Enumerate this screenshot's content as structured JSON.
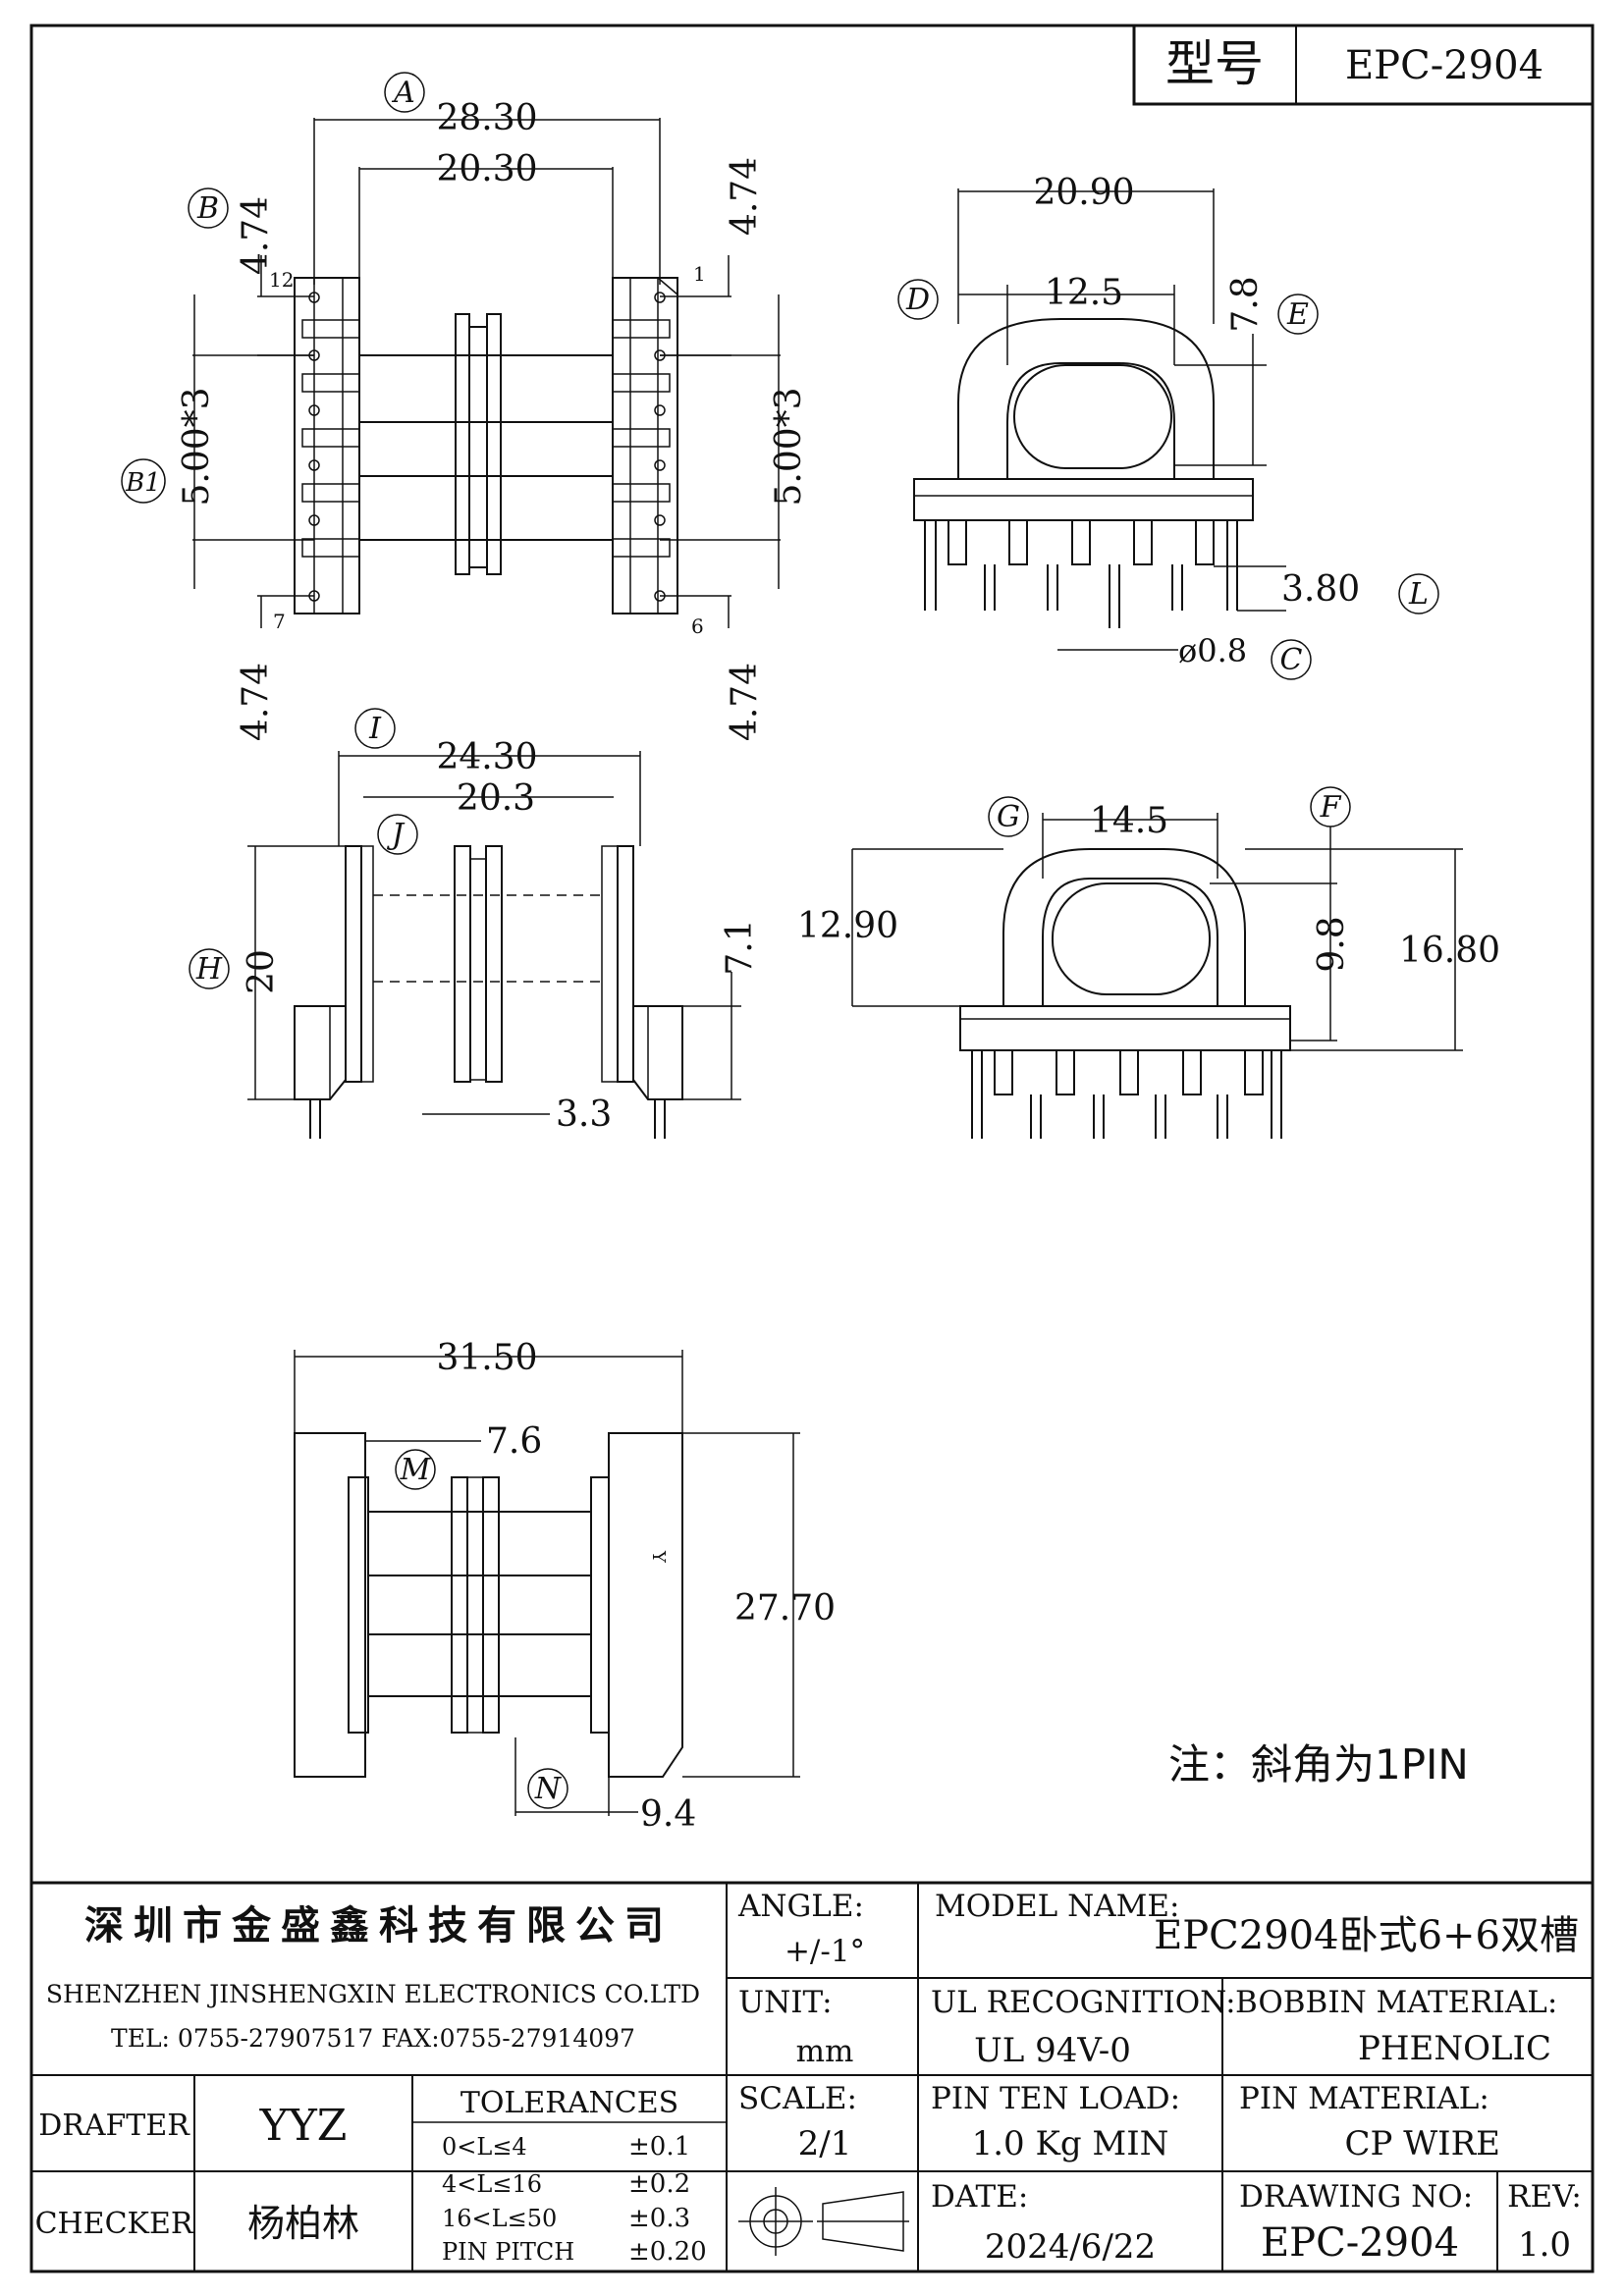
{
  "title_box": {
    "label": "型号",
    "model": "EPC-2904"
  },
  "top_left_view": {
    "dim_A": "28.30",
    "dim_inner": "20.30",
    "dim_B_top_left": "4.74",
    "dim_B_top_right": "4.74",
    "dim_B_bottom_left": "4.74",
    "dim_B_bottom_right": "4.74",
    "pitch_left": "5.00*3",
    "pitch_right": "5.00*3",
    "pin_12": "12",
    "pin_1": "1",
    "pin_7": "7",
    "pin_6": "6"
  },
  "top_right_view": {
    "dim_width": "20.90",
    "dim_window": "12.5",
    "dim_E": "7.8",
    "dim_L": "3.80",
    "dim_C": "ø0.8"
  },
  "middle_left_view": {
    "dim_I": "24.30",
    "dim_J": "20.3",
    "dim_H": "20",
    "dim_7_1": "7.1",
    "dim_3_3": "3.3"
  },
  "middle_right_view": {
    "dim_G": "14.5",
    "dim_12_90": "12.90",
    "dim_9_8": "9.8",
    "dim_16_80": "16.80"
  },
  "bottom_view": {
    "dim_width": "31.50",
    "dim_M": "7.6",
    "dim_height": "27.70",
    "dim_N": "9.4",
    "mark_y": "Y"
  },
  "callouts": [
    "A",
    "B",
    "B1",
    "D",
    "E",
    "L",
    "C",
    "I",
    "J",
    "H",
    "G",
    "F",
    "M",
    "N"
  ],
  "note": "注：斜角为1PIN",
  "title_block": {
    "company_cn": "深圳市金盛鑫科技有限公司",
    "company_en": "SHENZHEN JINSHENGXIN ELECTRONICS CO.LTD",
    "tel_fax": "TEL: 0755-27907517   FAX:0755-27914097",
    "angle_label": "ANGLE:",
    "angle_value": "+/-1°",
    "model_name_label": "MODEL NAME:",
    "model_name_value": "EPC2904卧式6+6双槽",
    "unit_label": "UNIT:",
    "unit_value": "mm",
    "ul_label": "UL RECOGNITION:",
    "ul_value": "UL 94V-0",
    "bobbin_label": "BOBBIN MATERIAL:",
    "bobbin_value": "PHENOLIC",
    "drafter_label": "DRAFTER",
    "drafter_value": "YYZ",
    "checker_label": "CHECKER",
    "checker_value": "杨柏林",
    "tolerances_label": "TOLERANCES",
    "tolerances": [
      {
        "range": "0<L≤4",
        "value": "±0.1"
      },
      {
        "range": "4<L≤16",
        "value": "±0.2"
      },
      {
        "range": "16<L≤50",
        "value": "±0.3"
      },
      {
        "range": "PIN PITCH",
        "value": "±0.20"
      }
    ],
    "scale_label": "SCALE:",
    "scale_value": "2/1",
    "pin_load_label": "PIN TEN LOAD:",
    "pin_load_value": "1.0 Kg MIN",
    "pin_material_label": "PIN MATERIAL:",
    "pin_material_value": "CP WIRE",
    "date_label": "DATE:",
    "date_value": "2024/6/22",
    "drawing_no_label": "DRAWING NO:",
    "drawing_no_value": "EPC-2904",
    "rev_label": "REV:",
    "rev_value": "1.0"
  }
}
